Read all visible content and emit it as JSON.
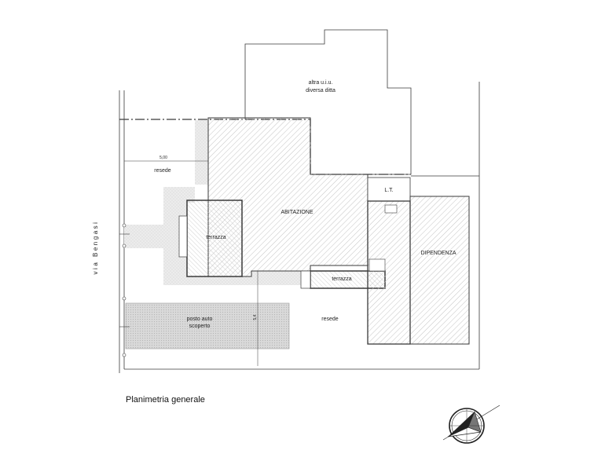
{
  "title": "Planimetria generale",
  "labels": {
    "other_unit_line1": "altra u.i.u.",
    "other_unit_line2": "diversa ditta",
    "abitazione": "ABITAZIONE",
    "lt": "L.T.",
    "dipendenza": "DIPENDENZA",
    "terrazza_left": "terrazza",
    "terrazza_right": "terrazza",
    "resede_top": "resede",
    "resede_bottom": "resede",
    "parking_line1": "posto auto",
    "parking_line2": "scoperto",
    "road": "via Bengasi",
    "dim_top": "5,00",
    "dim_vertical": "5,4"
  },
  "colors": {
    "line": "#3a3a3a",
    "hatch": "#bdbdbd",
    "parking_fill": "#d6d6d6",
    "paving": "#e6e6e6"
  },
  "icons": {
    "north_arrow": "compass-rose-icon"
  }
}
